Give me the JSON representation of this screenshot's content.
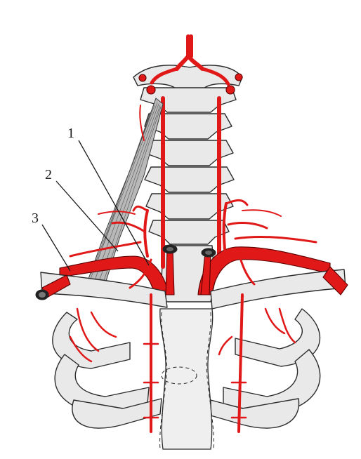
{
  "figure": {
    "callouts": [
      {
        "id": "1",
        "label": "1"
      },
      {
        "id": "2",
        "label": "2"
      },
      {
        "id": "3",
        "label": "3"
      }
    ],
    "colors": {
      "artery": "#e01818",
      "bone": "#e9e9e9",
      "muscle": "#b9b9b9",
      "outline": "#2b2b2b"
    }
  }
}
